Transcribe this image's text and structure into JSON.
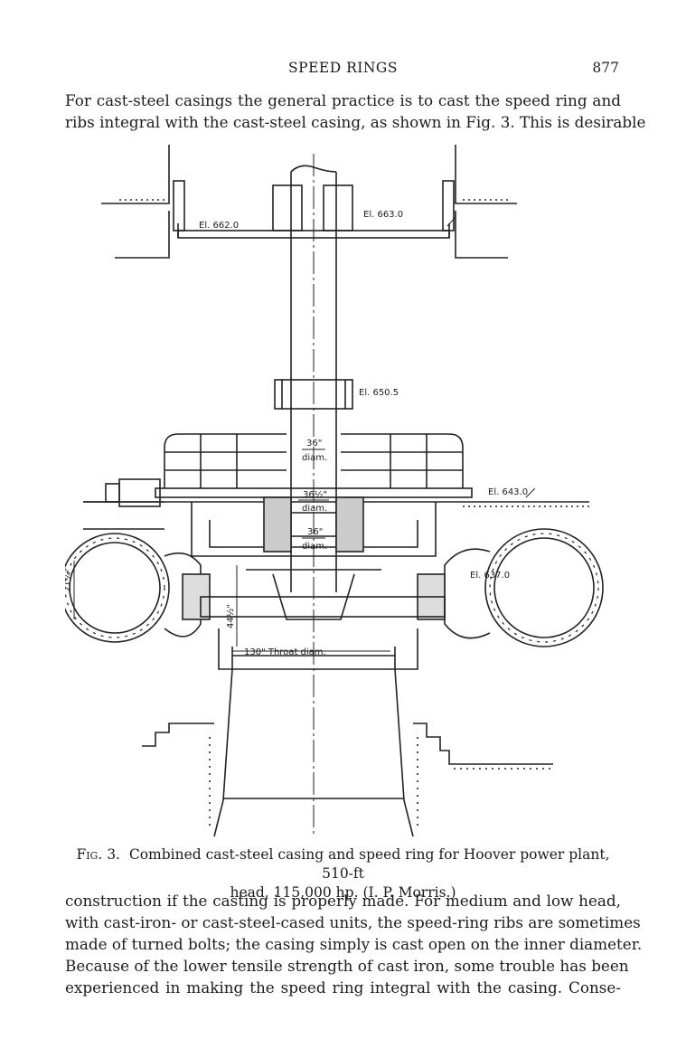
{
  "header": {
    "running_title": "SPEED RINGS",
    "page_number": "877"
  },
  "para1": {
    "lines": [
      "For cast-steel casings the general practice is to cast the speed ring and",
      "ribs integral with the cast-steel casing, as shown in Fig. 3.  This is desirable"
    ]
  },
  "figure": {
    "labels": {
      "el_662": "El. 662.0",
      "el_663": "El. 663.0",
      "el_650": "El. 650.5",
      "el_643": "El. 643.0",
      "el_637": "El. 637.0",
      "dim_36_top": "36\"",
      "dim_36_top_unit": "diam.",
      "dim_36_5": "36½\"",
      "dim_36_5_unit": "diam.",
      "dim_36_low": "36\"",
      "dim_36_low_unit": "diam.",
      "dim_21": "21¼\"",
      "dim_44": "44½\"",
      "throat": "130\" Throat diam."
    }
  },
  "caption": {
    "label": "Fig. 3.",
    "line1": "Combined cast-steel casing and speed ring for Hoover power plant, 510-ft",
    "line2": "head, 115,000 hp.  (I. P. Morris.)"
  },
  "para2": {
    "lines": [
      "construction if the casting is properly made.  For medium and low head,",
      "with cast-iron- or cast-steel-cased units, the speed-ring ribs are sometimes",
      "made of turned bolts; the casing simply is cast open on the inner diameter.",
      "Because of the lower tensile strength of cast iron, some trouble has been",
      "experienced in making the speed ring integral with the casing.  Conse-"
    ]
  }
}
